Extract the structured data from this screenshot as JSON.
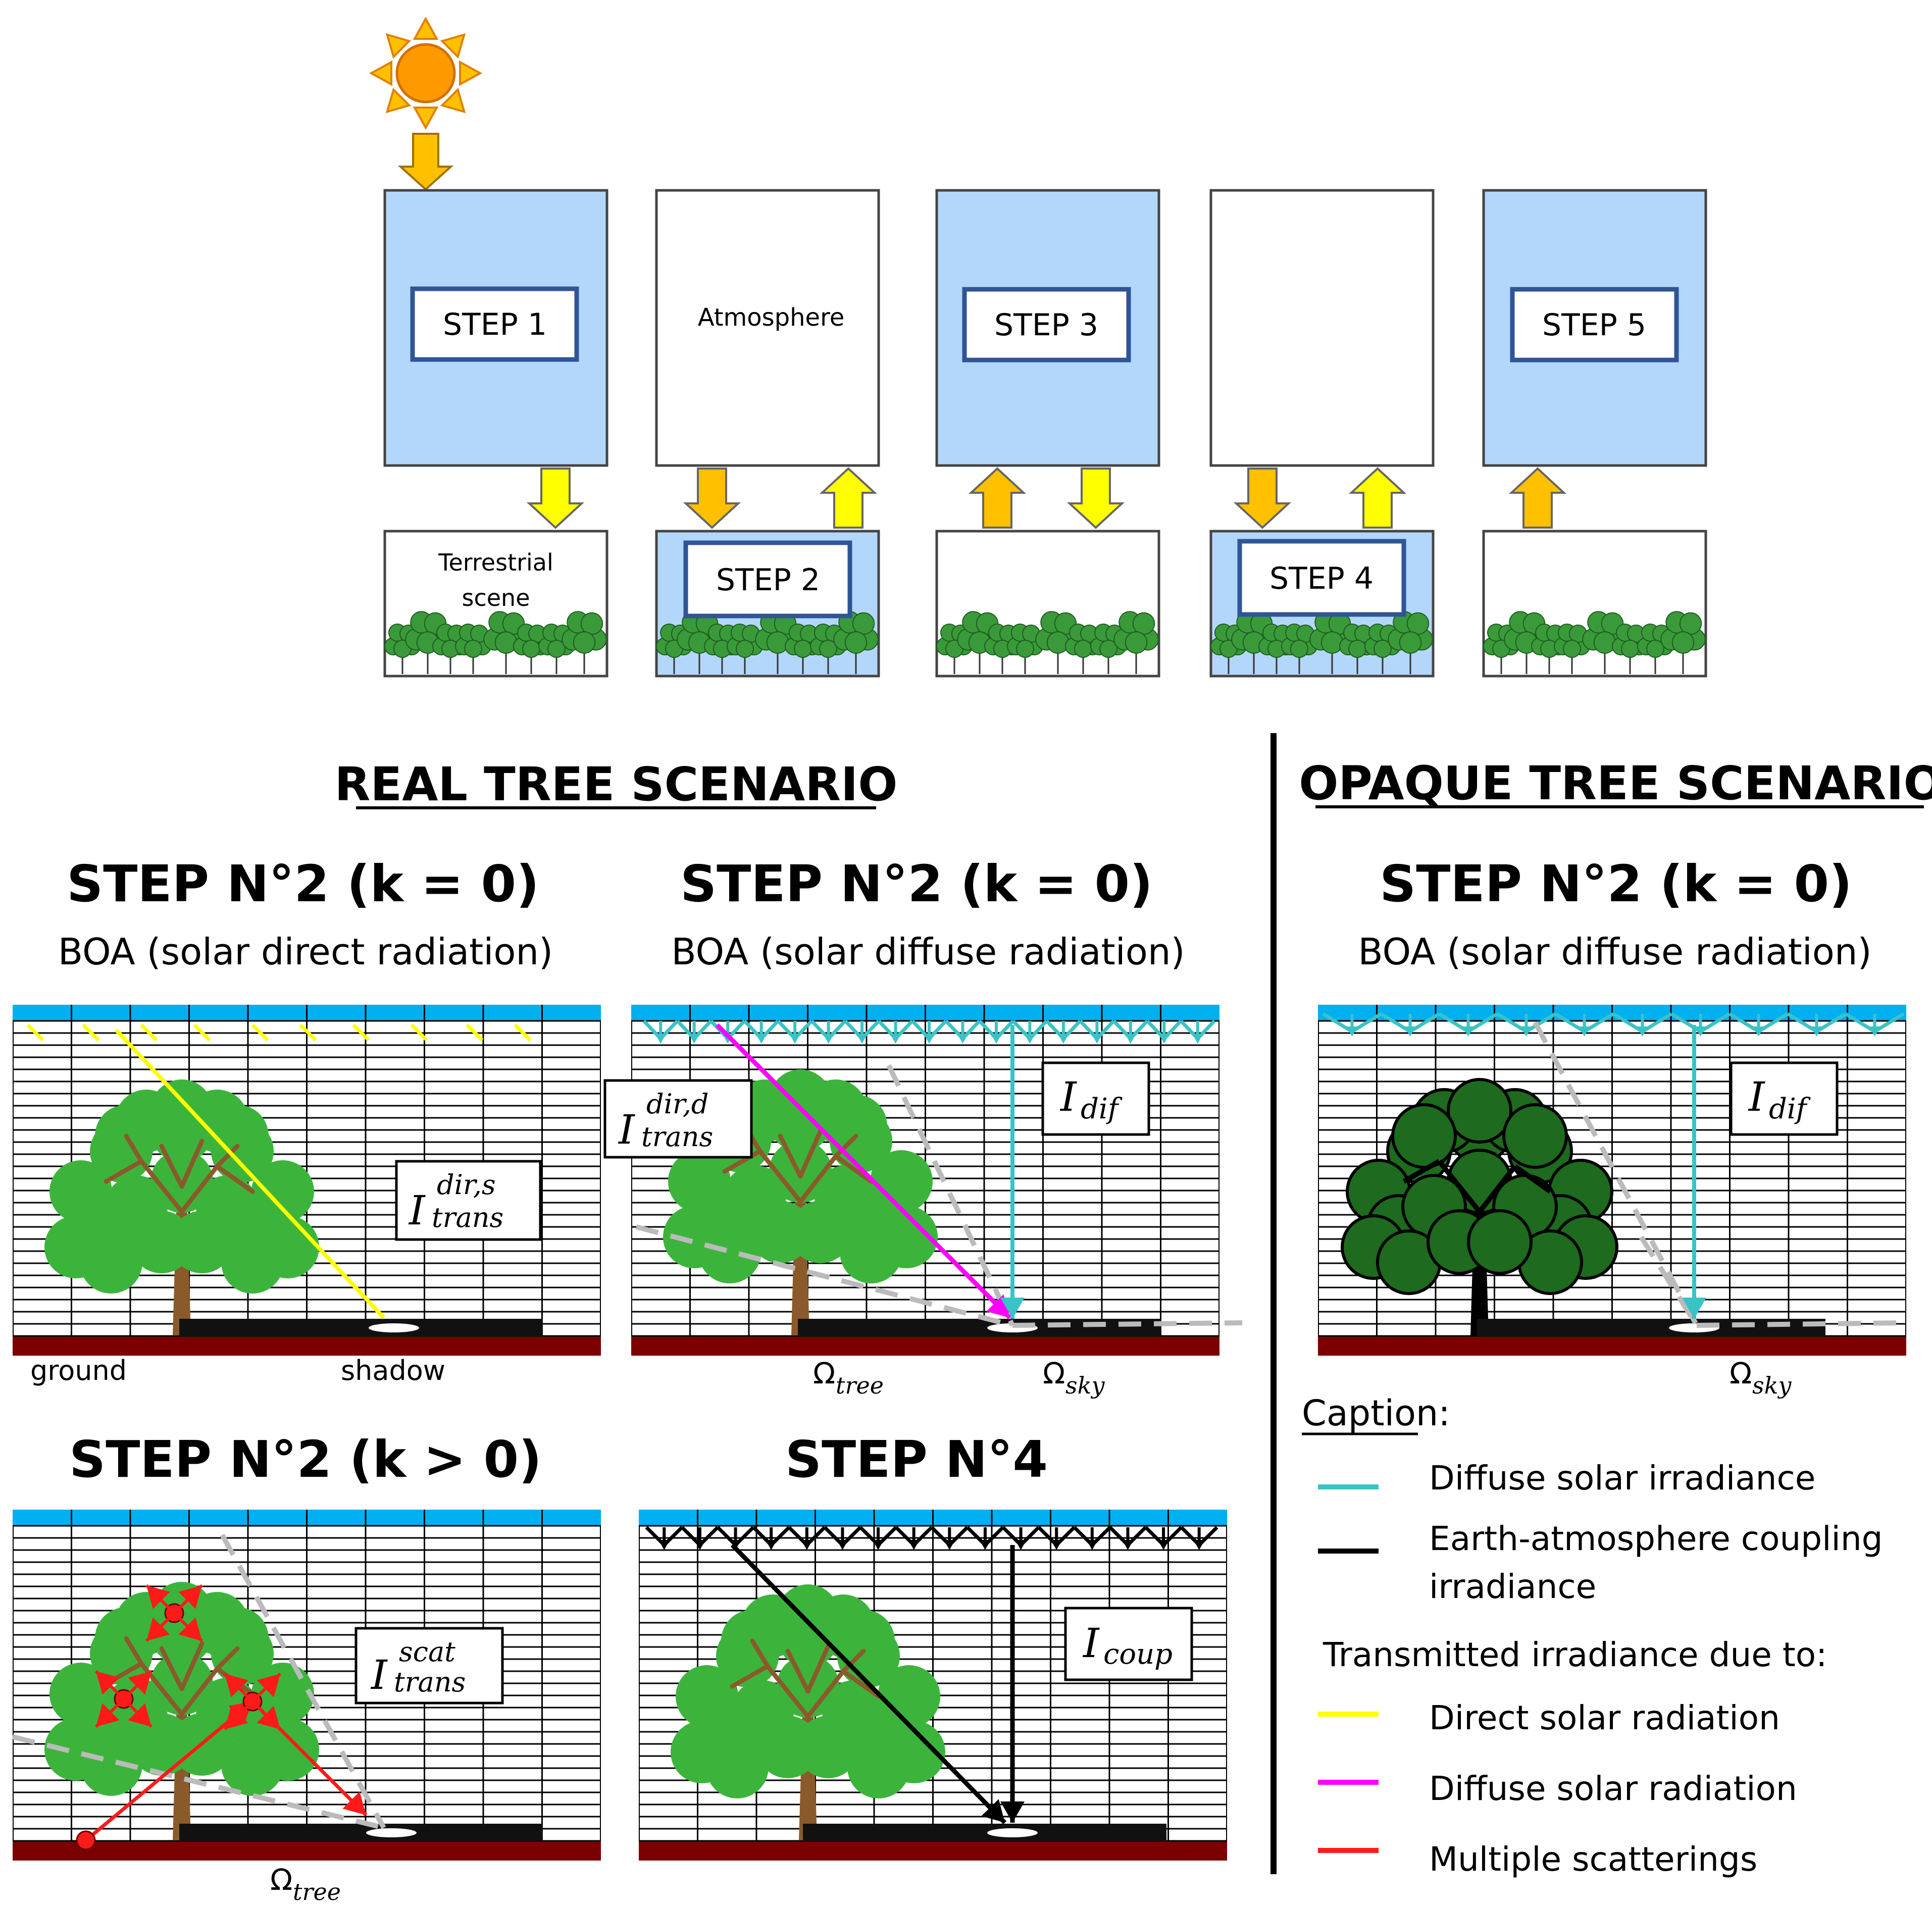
{
  "top": {
    "step1": "STEP 1",
    "step2": "STEP 2",
    "step3": "STEP 3",
    "step4": "STEP 4",
    "step5": "STEP 5",
    "atmosphere": "Atmosphere",
    "terrestrial_line1": "Terrestrial",
    "terrestrial_line2": "scene"
  },
  "sections": {
    "real": "REAL TREE SCENARIO",
    "opaque": "OPAQUE TREE SCENARIO"
  },
  "panels": {
    "p1": {
      "title": "STEP N°2 (k = 0)",
      "subtitle": "BOA (solar direct radiation)",
      "label_main": "I",
      "label_sup": "dir,s",
      "label_sub": "trans",
      "ground": "ground",
      "shadow": "shadow"
    },
    "p2": {
      "title": "STEP N°2 (k = 0)",
      "subtitle": "BOA (solar diffuse radiation)",
      "idir_main": "I",
      "idir_sup": "dir,d",
      "idir_sub": "trans",
      "idif_main": "I",
      "idif_sub": "dif",
      "omega_tree": "Ω",
      "omega_tree_sub": "tree",
      "omega_sky": "Ω",
      "omega_sky_sub": "sky"
    },
    "p3": {
      "title": "STEP N°2 (k > 0)",
      "label_main": "I",
      "label_sup": "scat",
      "label_sub": "trans",
      "omega": "Ω",
      "omega_sub": "tree"
    },
    "p4": {
      "title": "STEP N°4",
      "label_main": "I",
      "label_sub": "coup"
    },
    "p5": {
      "title": "STEP N°2 (k = 0)",
      "subtitle": "BOA (solar diffuse radiation)",
      "idif_main": "I",
      "idif_sub": "dif",
      "omega": "Ω",
      "omega_sub": "sky"
    }
  },
  "caption": {
    "title": "Caption:",
    "diffuse_irradiance": "Diffuse solar irradiance",
    "coupling_line1": "Earth-atmosphere coupling",
    "coupling_line2": "irradiance",
    "transmitted": "Transmitted irradiance due to:",
    "direct": "Direct solar radiation",
    "diffuse_radiation": "Diffuse solar radiation",
    "multiple": "Multiple scatterings"
  },
  "colors": {
    "step_box_fill": "#b3d7fa",
    "step_label_border": "#2f5597",
    "arrow_orange": "#ffc000",
    "arrow_yellow": "#ffff00",
    "sky_band": "#00b0f0",
    "ground_band": "#7b0000",
    "tree_green": "#3cb43c",
    "trunk_brown": "#8b5a2b",
    "cyan": "#39c3c7",
    "magenta": "#ff00ff",
    "red": "#ff1a1a",
    "yellow_line": "#ffff00",
    "dash_gray": "#bbbbbb"
  }
}
